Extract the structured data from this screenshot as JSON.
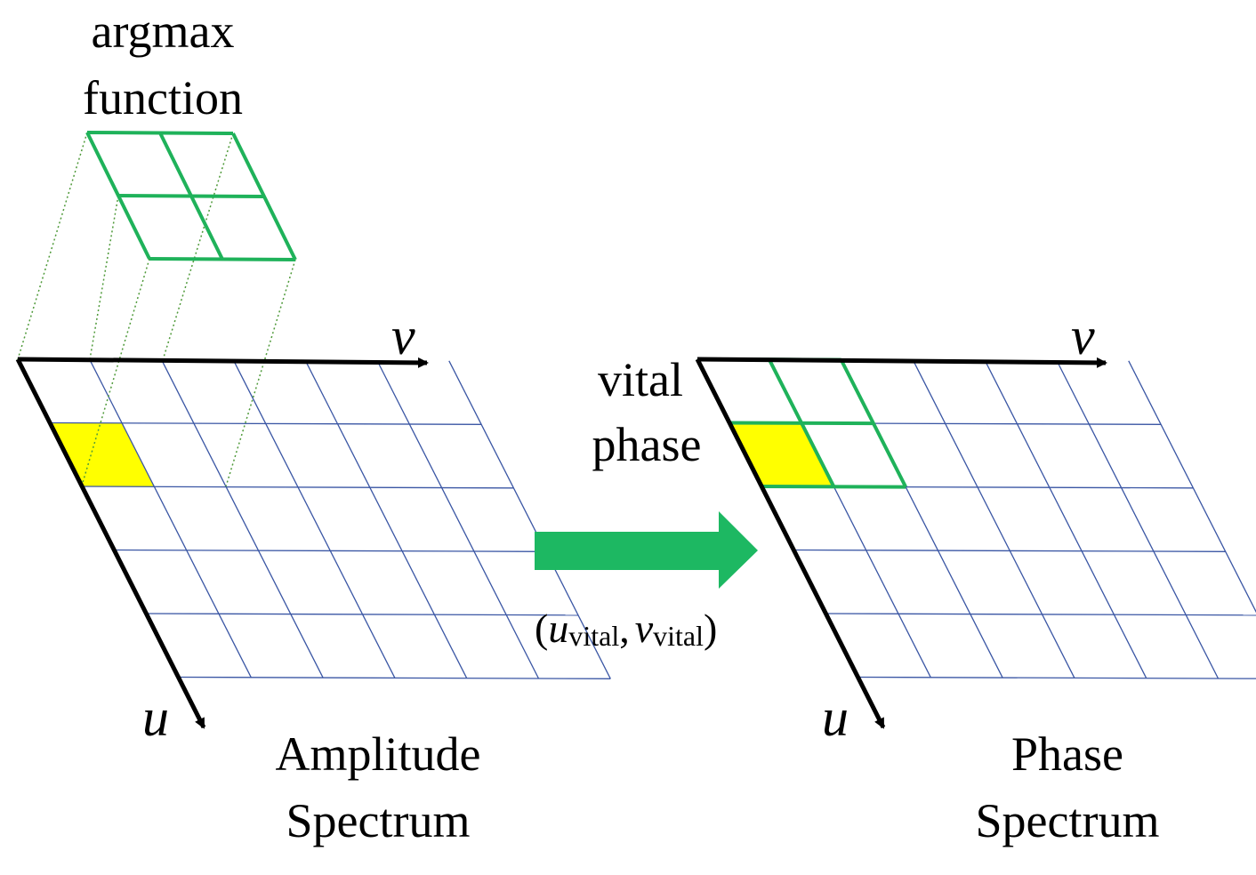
{
  "labels": {
    "argmax_line1": "argmax",
    "argmax_line2": "function",
    "amplitude_line1": "Amplitude",
    "amplitude_line2": "Spectrum",
    "phase_line1": "Phase",
    "phase_line2": "Spectrum",
    "vital_line1": "vital",
    "vital_line2": "phase",
    "axis_v": "v",
    "axis_u": "u"
  },
  "formula": {
    "open": "(",
    "u": "u",
    "sub": "vital",
    "comma": ",",
    "v": "v",
    "close": ")"
  },
  "grid": {
    "rows": 5,
    "cols": 6
  },
  "highlight": {
    "row": 1,
    "col": 0
  },
  "colors": {
    "axis": "#000000",
    "grid_line": "#3a56a4",
    "kernel": "#1fb25a",
    "highlight": "#ffff00",
    "arrow": "#1db862",
    "projection": "#4f9a3a"
  }
}
